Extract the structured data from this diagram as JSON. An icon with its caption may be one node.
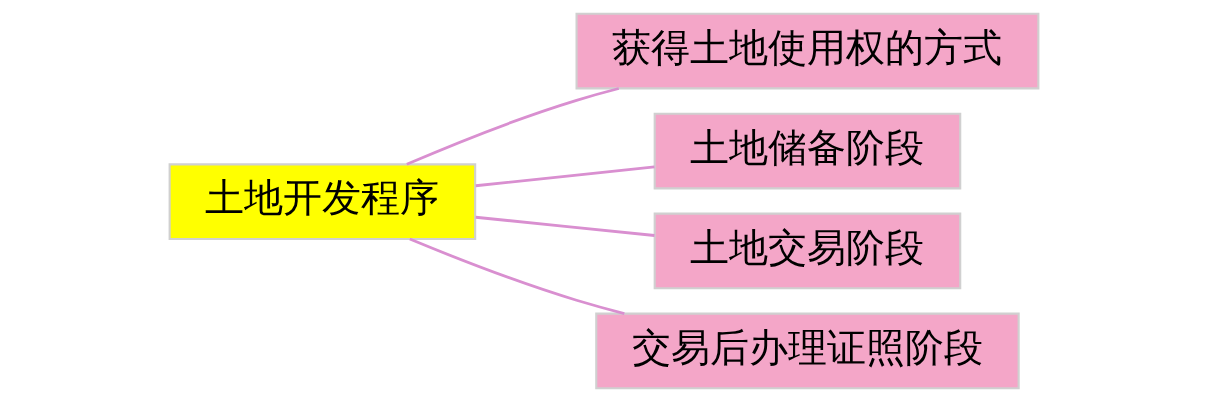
{
  "diagram": {
    "nodes": [
      {
        "text": [
          "土地开发程序"
        ]
      },
      {
        "text": [
          "获得土地使用权的方式"
        ]
      },
      {
        "text": [
          "土地储备阶段"
        ]
      },
      {
        "text": [
          "土地交易阶段"
        ]
      },
      {
        "text": [
          "交易后办理证照阶段"
        ]
      }
    ],
    "edges": [
      {
        "from": 0,
        "to": 1,
        "arrow": "none"
      },
      {
        "from": 0,
        "to": 2,
        "arrow": "none"
      },
      {
        "from": 0,
        "to": 3,
        "arrow": "none"
      },
      {
        "from": 0,
        "to": 4,
        "arrow": "none"
      }
    ]
  }
}
